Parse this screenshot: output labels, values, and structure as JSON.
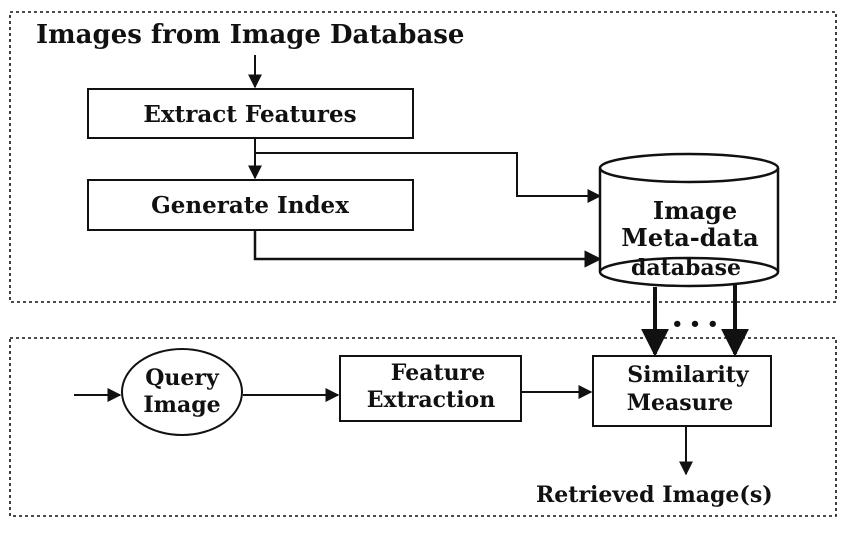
{
  "colors": {
    "ink": "#111111",
    "background": "#ffffff"
  },
  "diagram": {
    "input_label": "Images from Image Database",
    "extract_features": "Extract Features",
    "generate_index": "Generate Index",
    "database": {
      "line1": "Image",
      "line2": "Meta-data",
      "line3": "database"
    },
    "connector_ellipsis": "• • •",
    "query_image": {
      "line1": "Query",
      "line2": "Image"
    },
    "feature_extraction": {
      "line1": "Feature",
      "line2": "Extraction"
    },
    "similarity_measure": {
      "line1": "Similarity",
      "line2": "Measure"
    },
    "output_label": "Retrieved Image(s)"
  }
}
